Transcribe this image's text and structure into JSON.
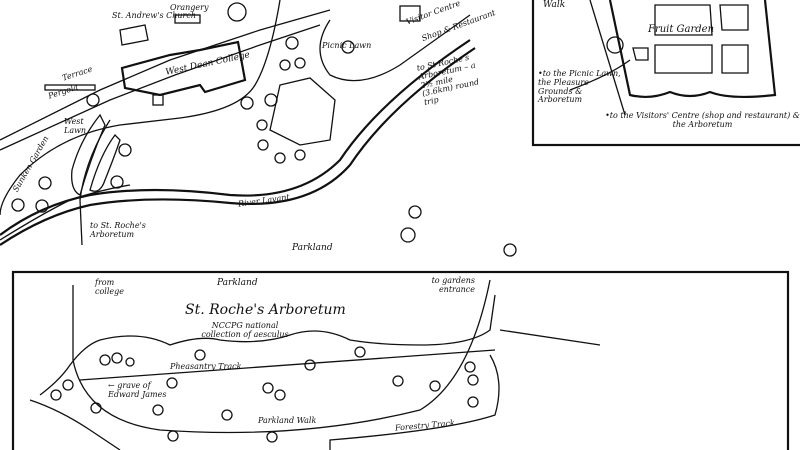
{
  "map": {
    "labels": {
      "st_andrews_church": "St. Andrew's Church",
      "orangery": "Orangery",
      "west_dean_college": "West Dean College",
      "terrace": "Terrace",
      "pergola": "Pergola",
      "visitor_centre": "Visitor Centre",
      "shop_restaurant": "Shop & Restaurant",
      "picnic_lawn": "Picnic Lawn",
      "to_arboretum_round_trip": "to St Roche's Arboretum – a 2½ mile (3.6km) round trip",
      "west_lawn": "West Lawn",
      "sunken_garden": "Sunken Garden",
      "to_st_roches_arboretum": "to St. Roche's Arboretum",
      "river_lavant": "River Lavant",
      "parkland": "Parkland"
    },
    "inset": {
      "walk": "Walk",
      "fruit_garden": "Fruit Garden",
      "to_picnic_lawn": "•to the Picnic Lawn, the Pleasure Grounds & Arboretum",
      "to_visitors_centre": "•to the Visitors' Centre (shop and restaurant) & the Arboretum"
    },
    "arboretum": {
      "title": "St. Roche's Arboretum",
      "subtitle": "NCCPG national collection of aesculus",
      "parkland": "Parkland",
      "from_college": "from college",
      "to_gardens_entrance": "to gardens entrance",
      "pheasantry_track": "Pheasantry Track",
      "grave": "← grave of Edward James",
      "parkland_walk": "Parkland Walk",
      "forestry_track": "Forestry Track"
    }
  }
}
